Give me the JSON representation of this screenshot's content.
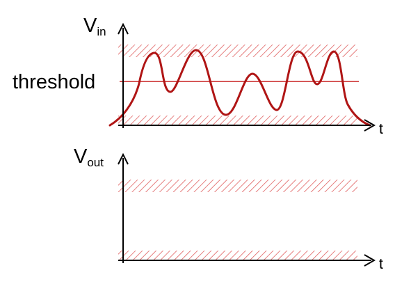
{
  "input_plot": {
    "y_label_main": "V",
    "y_label_sub": "in",
    "x_label": "t",
    "threshold_label": "threshold"
  },
  "output_plot": {
    "y_label_main": "V",
    "y_label_sub": "out",
    "x_label": "t"
  },
  "colors": {
    "signal": "#b01515",
    "threshold_line": "#d04040",
    "hatch": "#e06060",
    "axis": "#000000"
  }
}
